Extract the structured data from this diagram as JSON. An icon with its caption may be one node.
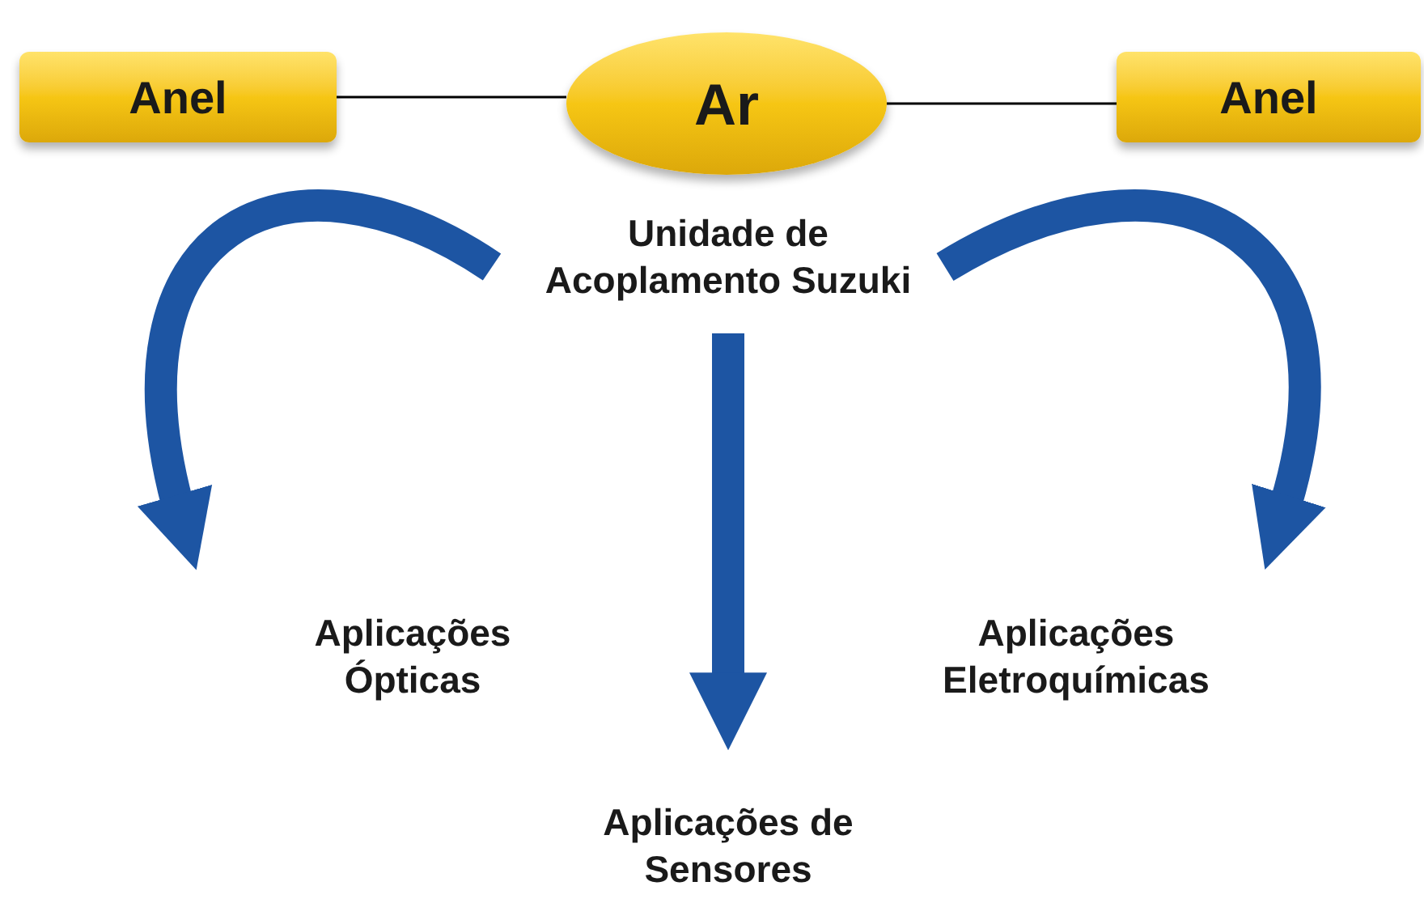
{
  "diagram": {
    "nodes": [
      {
        "text": [
          "Anel"
        ]
      },
      {
        "text": [
          "Ar"
        ]
      },
      {
        "text": [
          "Anel"
        ]
      },
      {
        "text": [
          "Unidade de Acoplamento Suzuki"
        ]
      },
      {
        "text": [
          "Aplicações Ópticas"
        ]
      },
      {
        "text": [
          "Aplicações de Sensores"
        ]
      },
      {
        "text": [
          "Aplicações Eletroquímicas"
        ]
      }
    ],
    "edges": [
      {
        "from": 0,
        "to": 1,
        "arrow": "none",
        "color": "#000000"
      },
      {
        "from": 1,
        "to": 2,
        "arrow": "none",
        "color": "#000000"
      },
      {
        "from": 3,
        "to": 4,
        "arrow": "to"
      },
      {
        "from": 3,
        "to": 5,
        "arrow": "to"
      },
      {
        "from": 3,
        "to": 6,
        "arrow": "to"
      }
    ]
  }
}
